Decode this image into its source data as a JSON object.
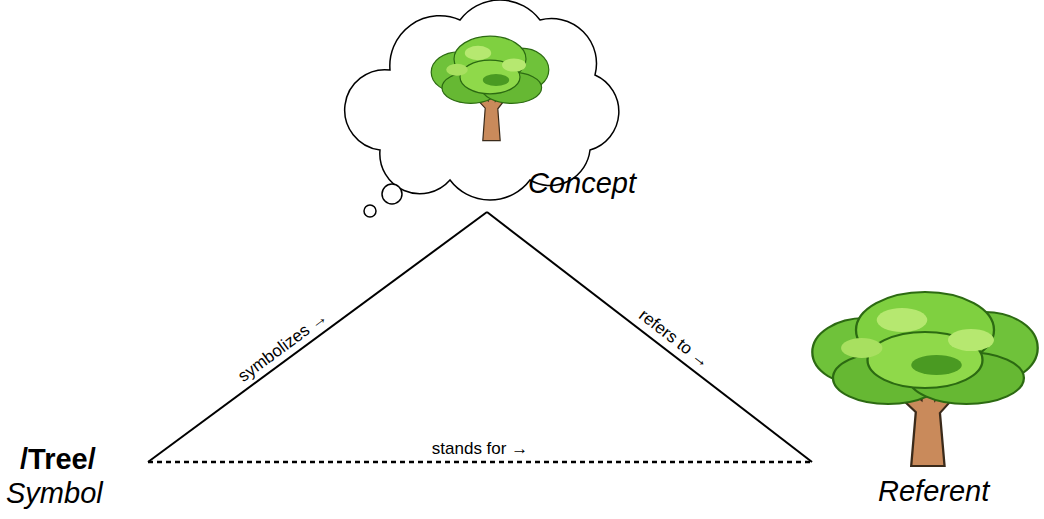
{
  "diagram": {
    "nodes": [
      {
        "text": [
          "Concept"
        ]
      },
      {
        "text": [
          "/Tree/",
          "Symbol"
        ]
      },
      {
        "text": [
          "Referent"
        ]
      }
    ],
    "edges": [
      {
        "from": 1,
        "to": 0,
        "label": "symbolizes →",
        "arrow": "none"
      },
      {
        "from": 0,
        "to": 2,
        "label": "refers to →",
        "arrow": "none"
      },
      {
        "from": 1,
        "to": 2,
        "label": "stands for →",
        "arrow": "none"
      }
    ]
  }
}
